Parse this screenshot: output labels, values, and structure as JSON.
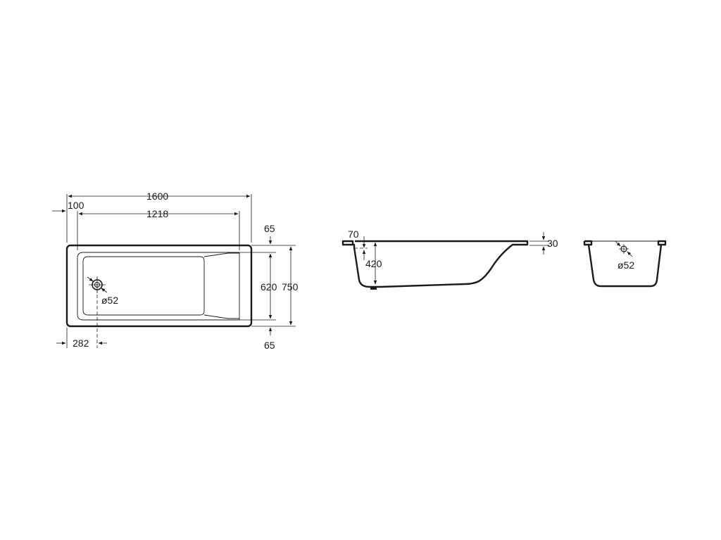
{
  "plan_view": {
    "dims": {
      "overall_length": "1600",
      "inner_length": "1218",
      "left_offset": "100",
      "rim_top": "65",
      "inner_width": "620",
      "overall_width": "750",
      "rim_bottom": "65",
      "drain_offset": "282"
    },
    "drain_label": "ø52"
  },
  "side_view": {
    "dims": {
      "rim_width": "70",
      "depth": "420",
      "rim_thickness": "30"
    }
  },
  "end_view": {
    "overflow_label": "ø52"
  }
}
